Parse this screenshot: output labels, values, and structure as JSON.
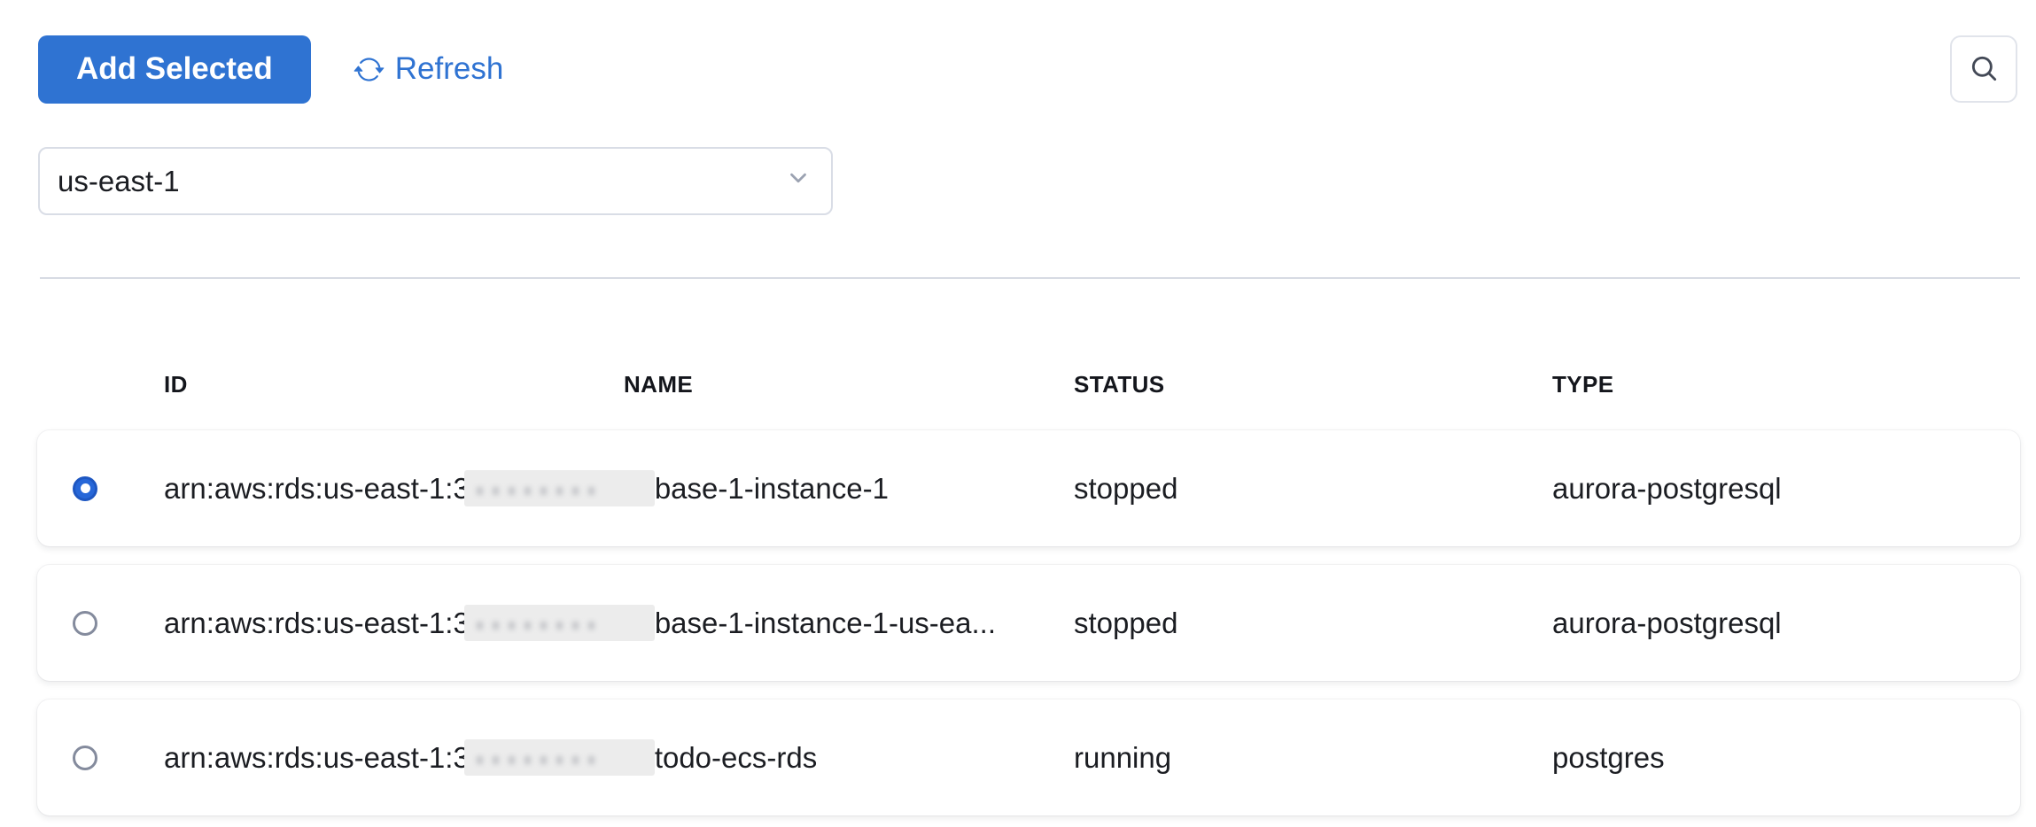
{
  "toolbar": {
    "add_selected_label": "Add Selected",
    "refresh_label": "Refresh"
  },
  "region_select": {
    "value": "us-east-1"
  },
  "table": {
    "columns": [
      "ID",
      "NAME",
      "STATUS",
      "TYPE"
    ],
    "rows": [
      {
        "selected": true,
        "id_prefix": "arn:aws:rds:us-east-1:3",
        "id_redacted": true,
        "id_suffix": "base-1-instance-1",
        "name": "",
        "status": "stopped",
        "type": "aurora-postgresql"
      },
      {
        "selected": false,
        "id_prefix": "arn:aws:rds:us-east-1:3",
        "id_redacted": true,
        "id_suffix": "base-1-instance-1-us-ea...",
        "name": "",
        "status": "stopped",
        "type": "aurora-postgresql"
      },
      {
        "selected": false,
        "id_prefix": "arn:aws:rds:us-east-1:3",
        "id_redacted": true,
        "id_suffix": "todo-ecs-rds",
        "name": "",
        "status": "running",
        "type": "postgres"
      }
    ]
  },
  "icons": {
    "refresh": "refresh-icon",
    "search": "search-icon",
    "chevron": "chevron-down-icon"
  },
  "colors": {
    "primary_button": "#2f73d2",
    "link_blue": "#2f73d2",
    "radio_selected": "#2767d8",
    "divider": "#d7dbe3",
    "border": "#d9dde6",
    "text": "#1b1d22",
    "header_text": "#14161c",
    "redaction_bg": "#ececec",
    "background": "#ffffff"
  }
}
